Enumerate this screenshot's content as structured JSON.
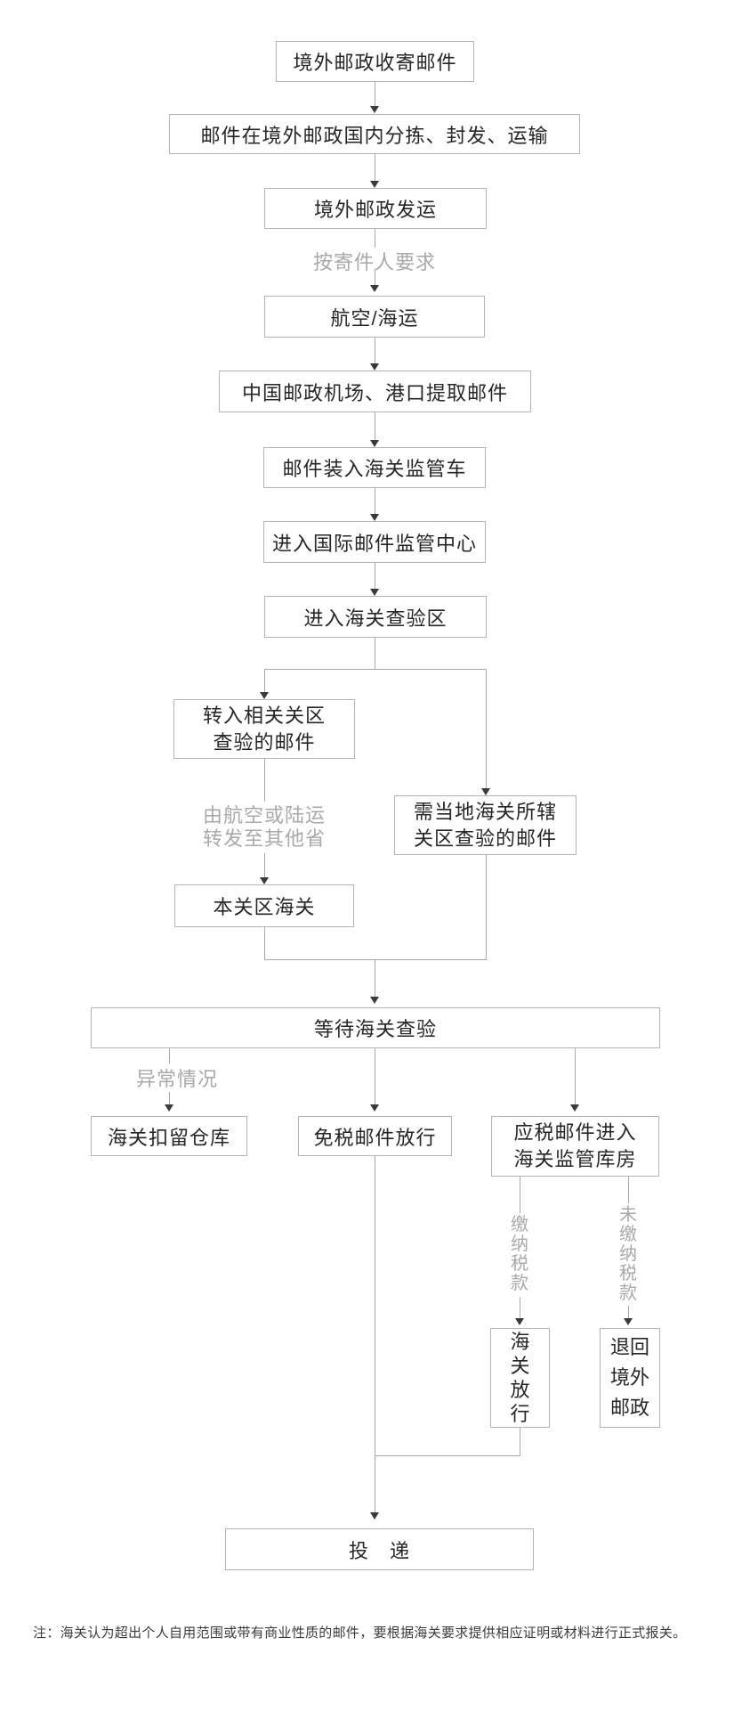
{
  "diagram": {
    "title_note": "注：海关认为超出个人自用范围或带有商业性质的邮件，要根据海关要求提供相应证明或材料进行正式报关。",
    "nodes": {
      "overseas_post_collect": "境外邮政收寄邮件",
      "domestic_sort_dispatch_transport": "邮件在境外邮政国内分拣、封发、运输",
      "overseas_post_dispatch": "境外邮政发运",
      "air_or_sea": "航空/海运",
      "china_post_pickup": "中国邮政机场、港口提取邮件",
      "load_customs_vehicle": "邮件装入海关监管车",
      "intl_mail_center": "进入国际邮件监管中心",
      "enter_inspection_area": "进入海关查验区",
      "transfer_related_district": "转入相关关区\n查验的邮件",
      "local_district_inspection": "需当地海关所辖\n关区查验的邮件",
      "local_customs": "本关区海关",
      "wait_customs_inspection": "等待海关查验",
      "customs_detention_warehouse": "海关扣留仓库",
      "duty_free_release": "免税邮件放行",
      "dutiable_to_warehouse": "应税邮件进入\n海关监管库房",
      "customs_release": "海关放行",
      "return_overseas_post": "退回境外邮政",
      "delivery": "投　递"
    },
    "edge_labels": {
      "sender_request": "按寄件人要求",
      "forward_other_province": "由航空或陆运\n转发至其他省",
      "abnormal_case": "异常情况",
      "tax_paid": "缴纳税款",
      "tax_unpaid": "未缴纳税款"
    },
    "colors": {
      "box_border": "#b4b4b4",
      "line": "#a8a8a8",
      "arrow": "#3a3a3a",
      "text": "#262626",
      "muted": "#a9a9a9",
      "background": "#ffffff"
    }
  }
}
